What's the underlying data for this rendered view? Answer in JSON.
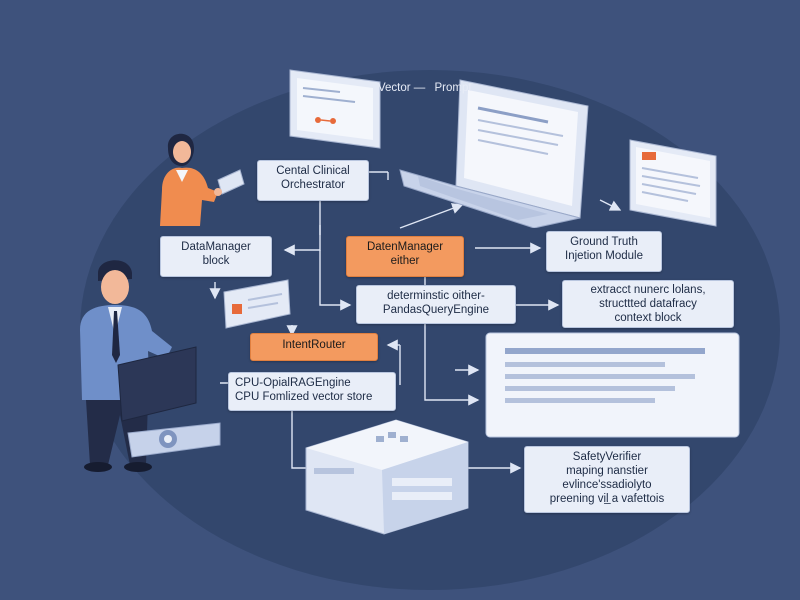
{
  "diagram": {
    "vector_prompt": [
      "Vector —",
      "Prompt"
    ],
    "central_orchestrator": [
      "Cental Clinical",
      "Orchestrator"
    ],
    "datamanager_block": [
      "DataManager",
      "block"
    ],
    "datenmanager_either": [
      "DatenManager",
      "either"
    ],
    "ground_truth": [
      "Ground Truth",
      "Injetion Module"
    ],
    "deterministic": [
      "determinstic oither-",
      "PandasQueryEngine"
    ],
    "context_block": [
      "extracct nunerc lolans,",
      "structtted datafracy",
      "context block"
    ],
    "intent_router": [
      "IntentRouter"
    ],
    "rag_engine": [
      "CPU-OpialRAGEngine",
      "CPU Fomlized vector store"
    ],
    "safety_verifier": [
      "SafetyVerifier",
      "maping nanstier",
      "evlince'ssadiolyto",
      "preening vil̲ a vafettois"
    ]
  },
  "colors": {
    "background": "#3e527c",
    "panel": "#e9eef8",
    "accent": "#f39a5f",
    "line": "#dfe6f4"
  },
  "icons": [
    "person-icon",
    "laptop-icon",
    "monitor-icon",
    "document-icon",
    "server-icon",
    "tablet-icon",
    "credit-card-icon"
  ]
}
